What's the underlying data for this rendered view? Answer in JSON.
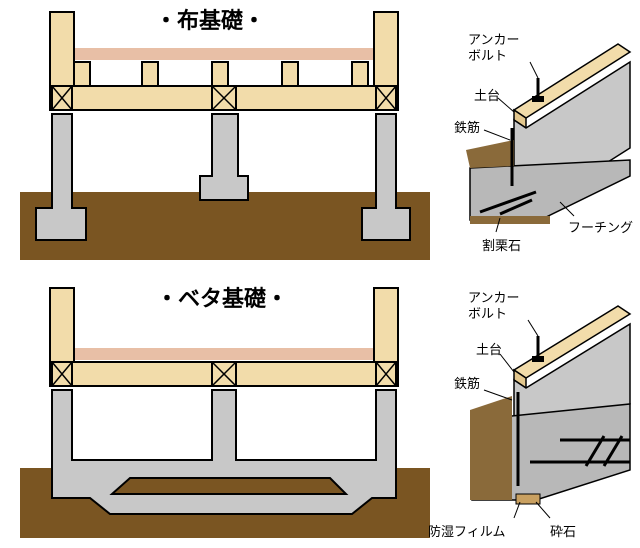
{
  "top": {
    "title": "・布基礎・",
    "labels": {
      "anchor_line1": "アンカー",
      "anchor_line2": "ボルト",
      "sill": "土台",
      "rebar": "鉄筋",
      "footing": "フーチング",
      "gravel": "割栗石"
    }
  },
  "bottom": {
    "title": "・ベタ基礎・",
    "labels": {
      "anchor_line1": "アンカー",
      "anchor_line2": "ボルト",
      "sill": "土台",
      "rebar": "鉄筋",
      "film": "防湿フィルム",
      "crushed": "砕石"
    }
  },
  "colors": {
    "wood": "#f2dcaa",
    "concrete": "#c8c8c8",
    "soil": "#7a5522",
    "floor": "#e8bfa6",
    "outline": "#000000"
  }
}
